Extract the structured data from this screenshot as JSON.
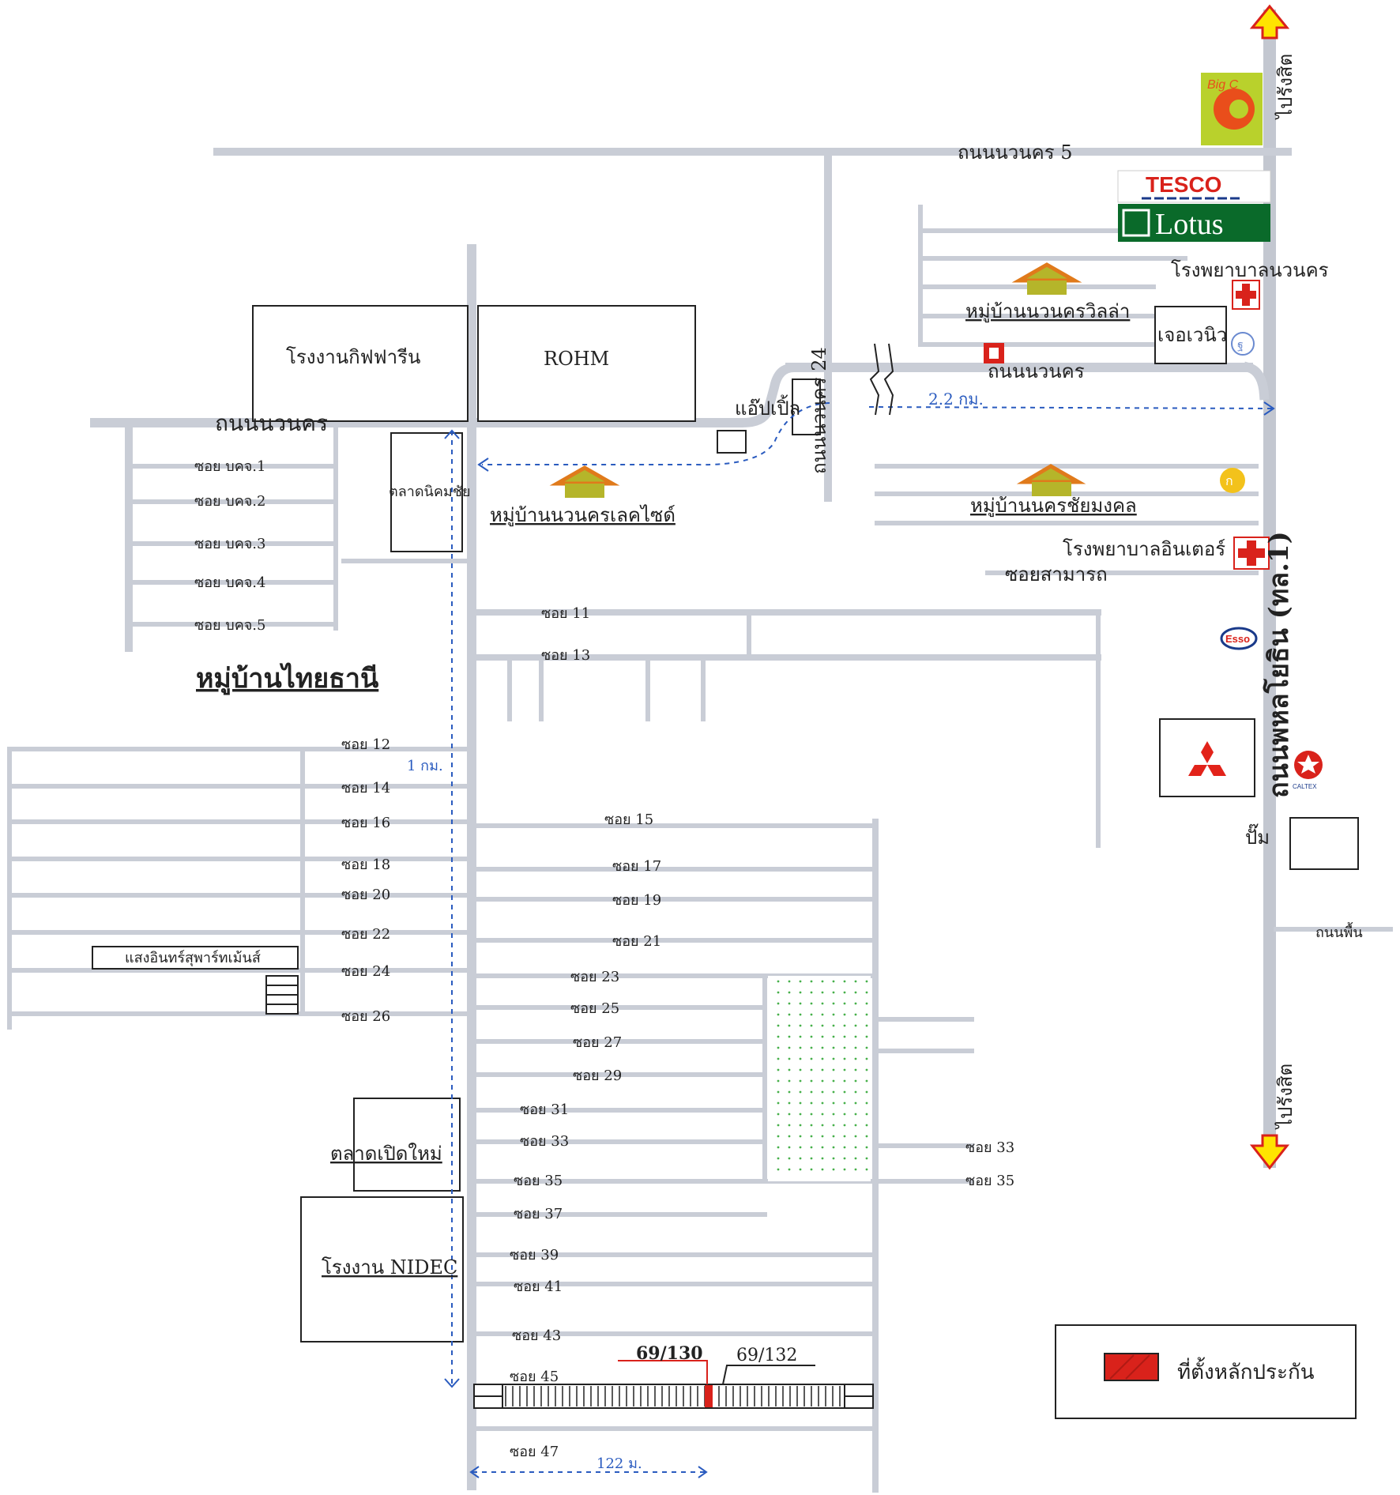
{
  "colors": {
    "road": "#c9cdd6",
    "distance_line": "#2a5bbf",
    "collateral": "#d9221b",
    "label_text": "#1a1a1a",
    "green_area": "#46b04a",
    "lotus_green": "#0a6a2a",
    "tesco_red": "#d9221b",
    "arrow_yellow": "#ffe400"
  },
  "icons": {
    "north_arrow": "up-arrow-icon",
    "south_arrow": "down-arrow-icon",
    "hospital": "red-cross-icon",
    "house": "house-icon",
    "bigc": "bigc-logo",
    "tesco": "tesco-lotus-logo",
    "esso": "esso-logo",
    "caltex": "caltex-logo",
    "mitsubishi": "mitsubishi-logo",
    "bank": "bank-logo",
    "ptt": "gas-station-icon"
  },
  "logos": {
    "bigc": "Big C",
    "tesco": "TESCO",
    "lotus": "Lotus",
    "esso": "Esso",
    "caltex": "CALTEX"
  },
  "roads": {
    "navanakorn5": "ถนนนวนคร 5",
    "navanakorn": "ถนนนวนคร",
    "navanakorn_west": "ถนนนวนคร",
    "navanakorn24": "ถนนนวนคร 24",
    "phahonyothin": "ถนนพหลโยธิน (ทล.1)",
    "to_rangsit_n": "ไปรังสิต",
    "to_rangsit_s": "ไปรังสิต",
    "right_small": "ถนนพื้น",
    "soi_samakhi": "ซอยสามารถ"
  },
  "places": {
    "giffarine": "โรงงานกิฟฟารีน",
    "rohm": "ROHM",
    "apple": "แอ๊ปเปิ้ล",
    "market_nakhon": "ตลาดนิคมชัย",
    "lake_side": "หมู่บ้านนวนครเลคไซด์",
    "villa": "หมู่บ้านนวนครวิลล่า",
    "chaimongkol": "หมู่บ้านนครชัยมงคล",
    "navanakorn_hospital": "โรงพยาบาลนวนคร",
    "inter_hospital": "โรงพยาบาลอินเตอร์",
    "jay": "เจอเวนิว",
    "thai_thani": "หมู่บ้านไทยธานี",
    "bangkok_thai_garment": "แสงอินทร์สุพาร์ทเม้นส์",
    "new_market": "ตลาดเปิดใหม่",
    "nidec": "โรงงาน NIDEC",
    "gas_right": "ปั๊ม"
  },
  "soi_left": [
    "ซอย บคจ.1",
    "ซอย บคจ.2",
    "ซอย บคจ.3",
    "ซอย บคจ.4",
    "ซอย บคจ.5"
  ],
  "soi_even": [
    "ซอย 12",
    "ซอย 14",
    "ซอย 16",
    "ซอย 18",
    "ซอย 20",
    "ซอย 22",
    "ซอย 24",
    "ซอย 26"
  ],
  "soi_odd": [
    "ซอย 11",
    "ซอย 13",
    "ซอย 15",
    "ซอย 17",
    "ซอย 19",
    "ซอย 21",
    "ซอย 23",
    "ซอย 25",
    "ซอย 27",
    "ซอย 29",
    "ซอย 31",
    "ซอย 33",
    "ซอย 35",
    "ซอย 37",
    "ซอย 39",
    "ซอย 41",
    "ซอย 43",
    "ซอย 45",
    "ซอย 47"
  ],
  "soi_far_right": [
    "ซอย 33",
    "ซอย 35"
  ],
  "distances": {
    "to_highway": "2.2 กม.",
    "vertical": "1 กม.",
    "bottom": "122 ม."
  },
  "plots": {
    "target": "69/130",
    "neighbor": "69/132"
  },
  "legend": {
    "label": "ที่ตั้งหลักประกัน"
  }
}
